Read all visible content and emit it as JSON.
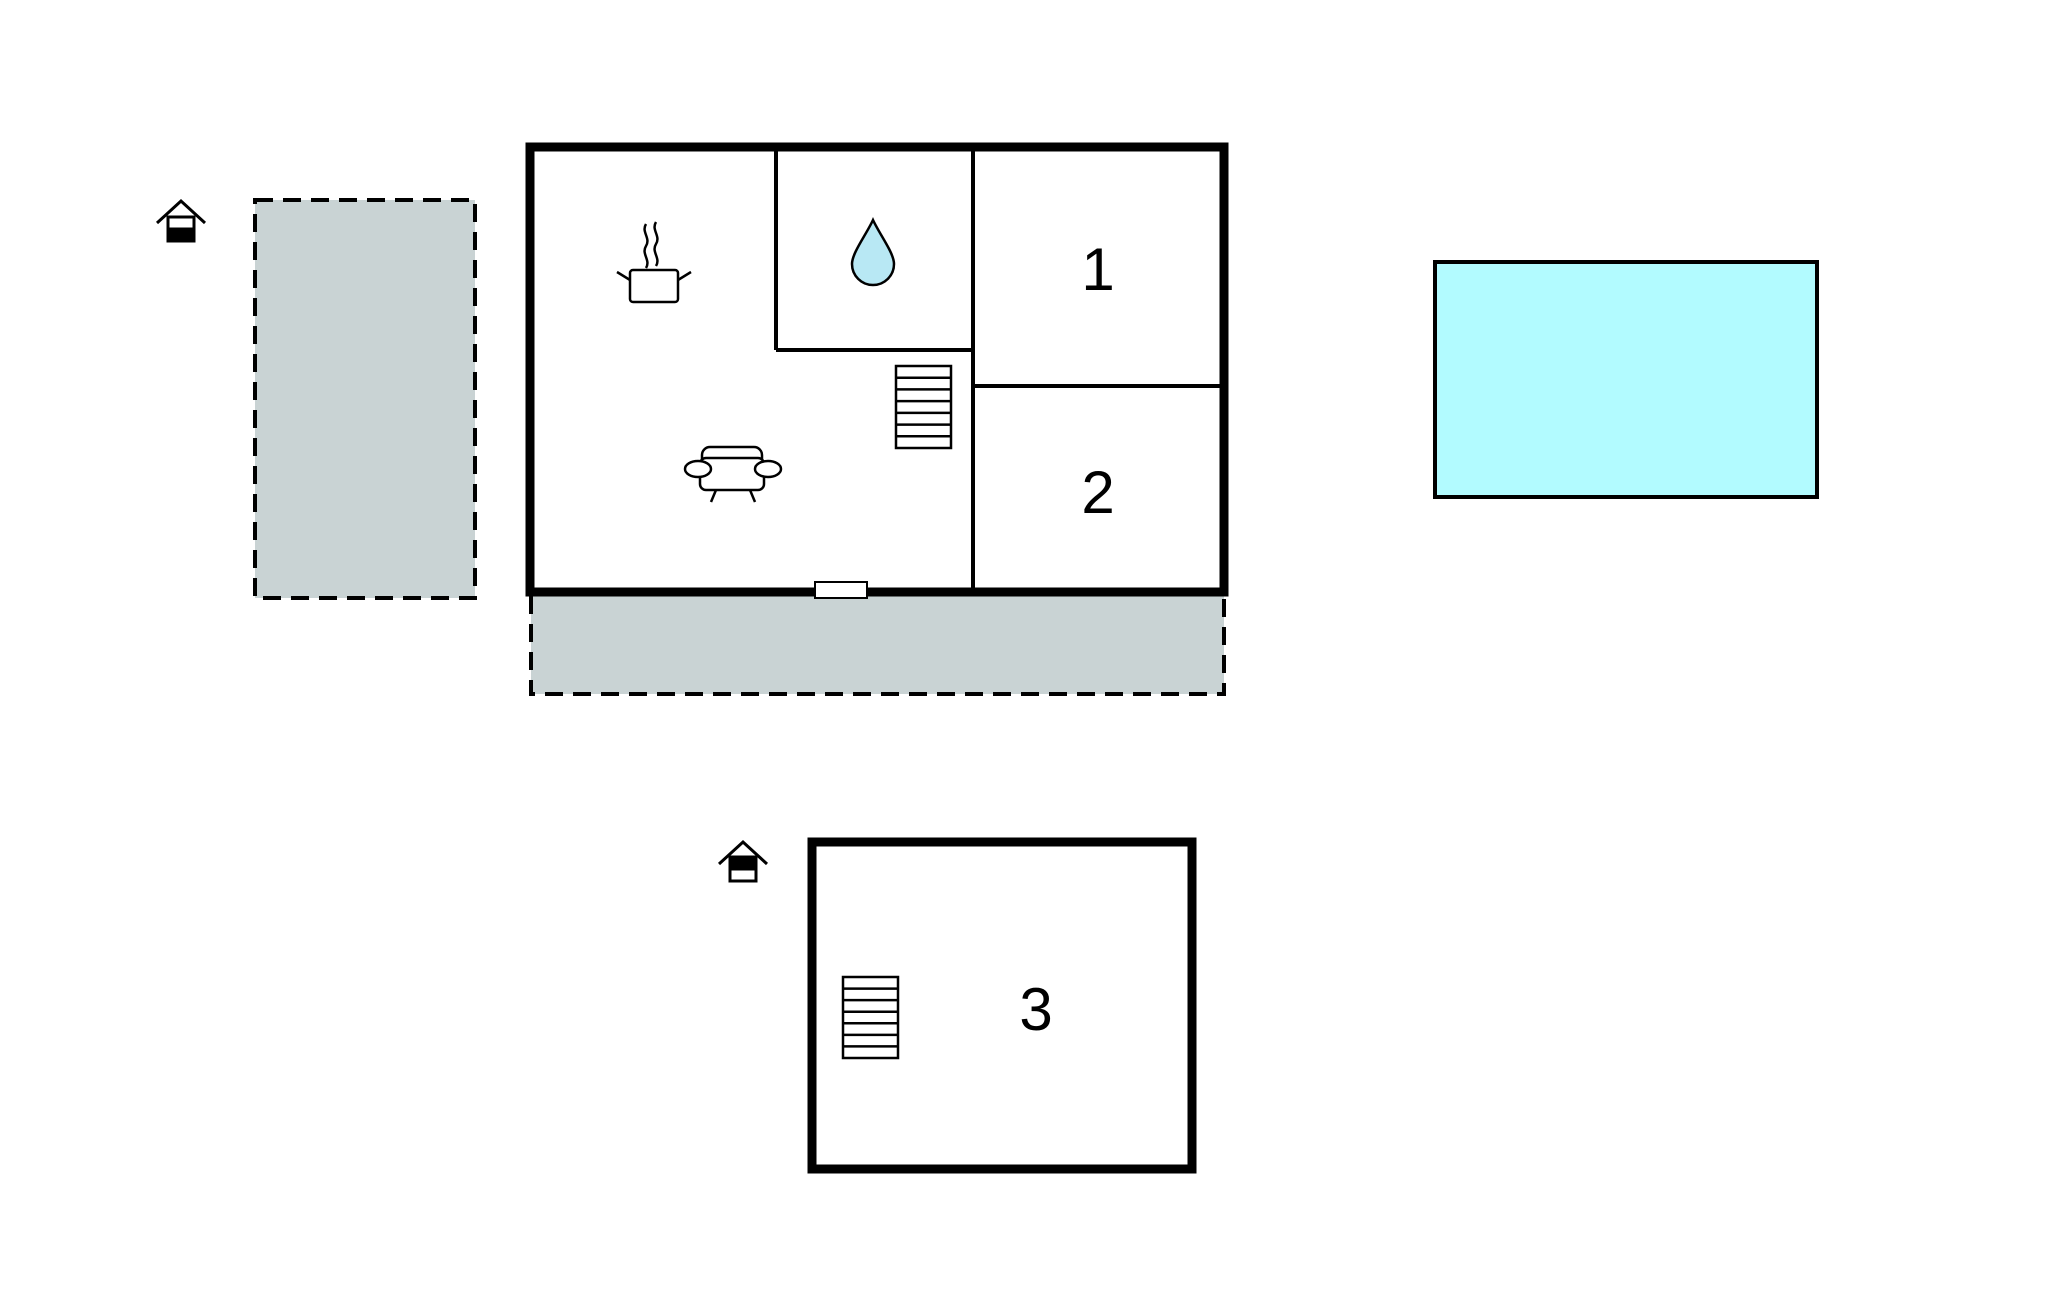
{
  "colors": {
    "wall": "#000000",
    "terrace": "#c9d3d4",
    "pool": "#b2fbff",
    "water_drop": "#b8e8f4",
    "background": "#ffffff"
  },
  "rooms": {
    "bedroom_1": "1",
    "bedroom_2": "2",
    "bedroom_3": "3"
  },
  "icons": {
    "entrance": "house-entrance-icon",
    "kitchen": "cooking-pot-icon",
    "bathroom": "water-drop-icon",
    "living": "sofa-icon",
    "stairs": "stairs-icon",
    "door": "door-icon"
  }
}
